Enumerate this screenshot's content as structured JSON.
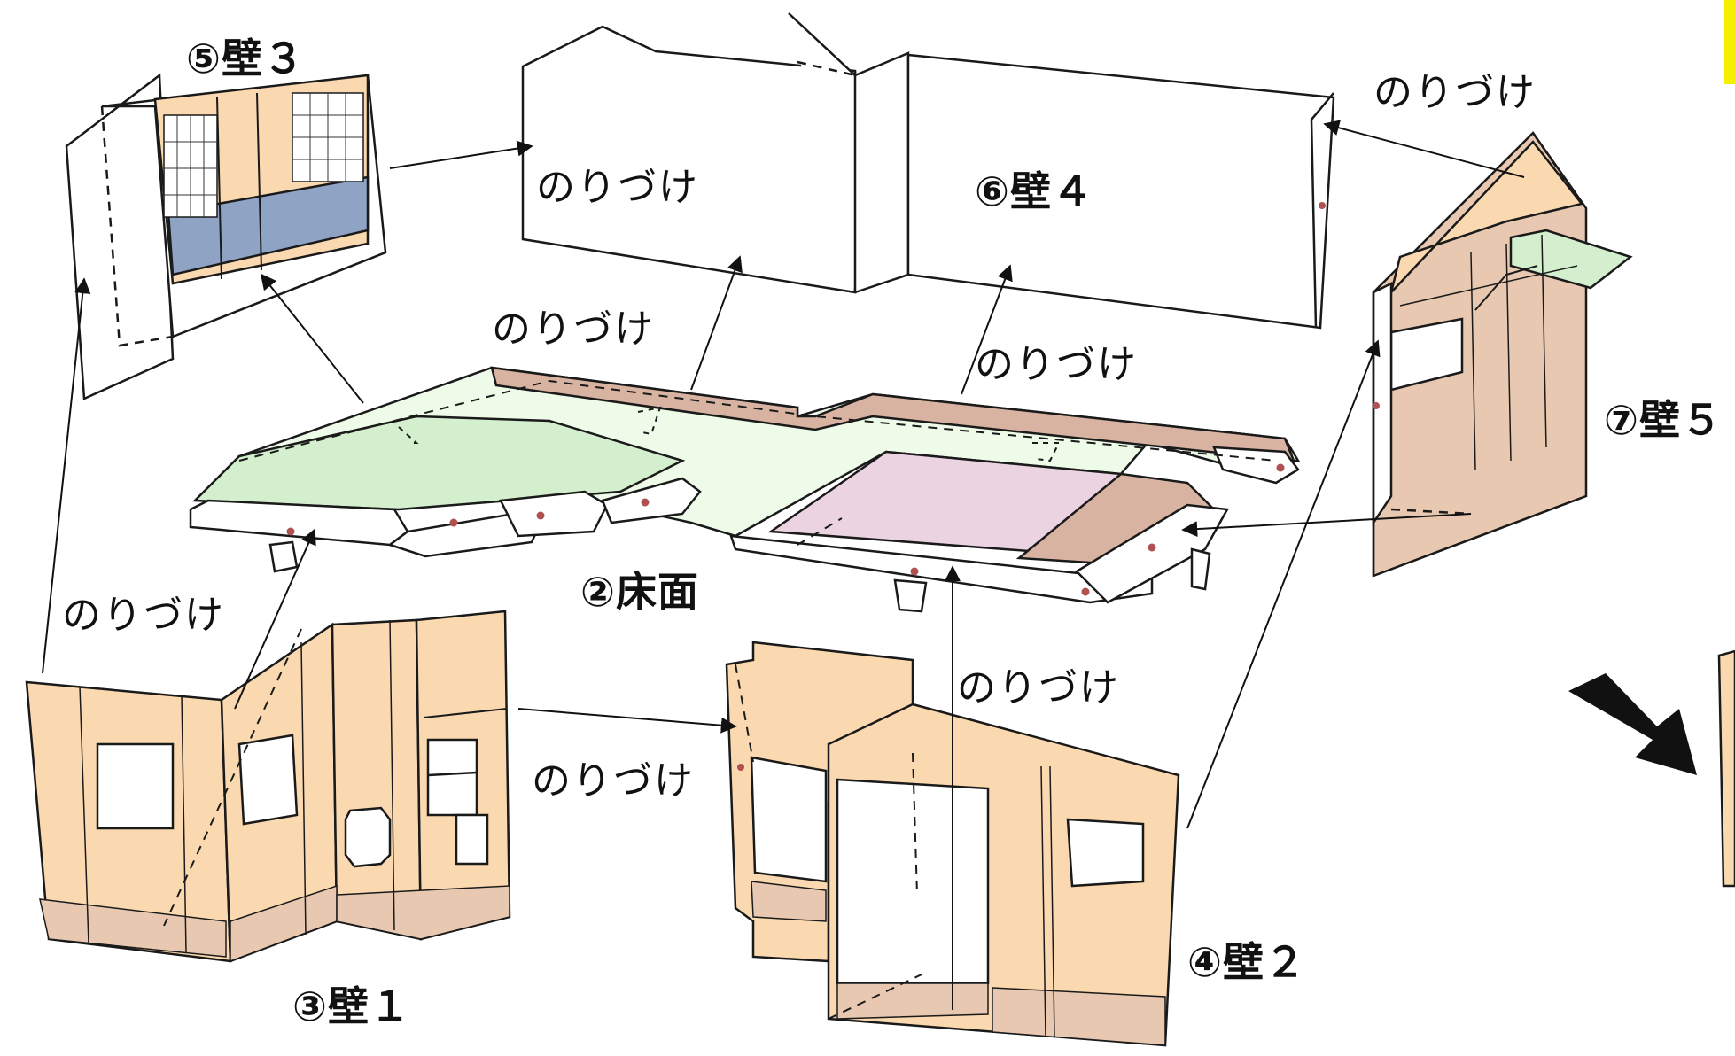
{
  "parts": {
    "floor": "②床面",
    "wall1": "③壁１",
    "wall2": "④壁２",
    "wall3": "⑤壁３",
    "wall4": "⑥壁４",
    "wall5": "⑦壁５"
  },
  "glue_label": "のりづけ",
  "colors": {
    "wall_fill": "#fbd9b0",
    "floor_green": "#d4efce",
    "floor_light": "#eefbe8",
    "floor_pink": "#ecd3e2",
    "floor_brown": "#d8b3a2",
    "window_blue": "#8fa3c4",
    "awning_green": "#d4efcd",
    "edge_yellow": "#f5f000",
    "line": "#1a1a1a"
  },
  "icons": {
    "pointer": "black-arrow-icon",
    "glue_dot": "glue-dot-icon"
  }
}
